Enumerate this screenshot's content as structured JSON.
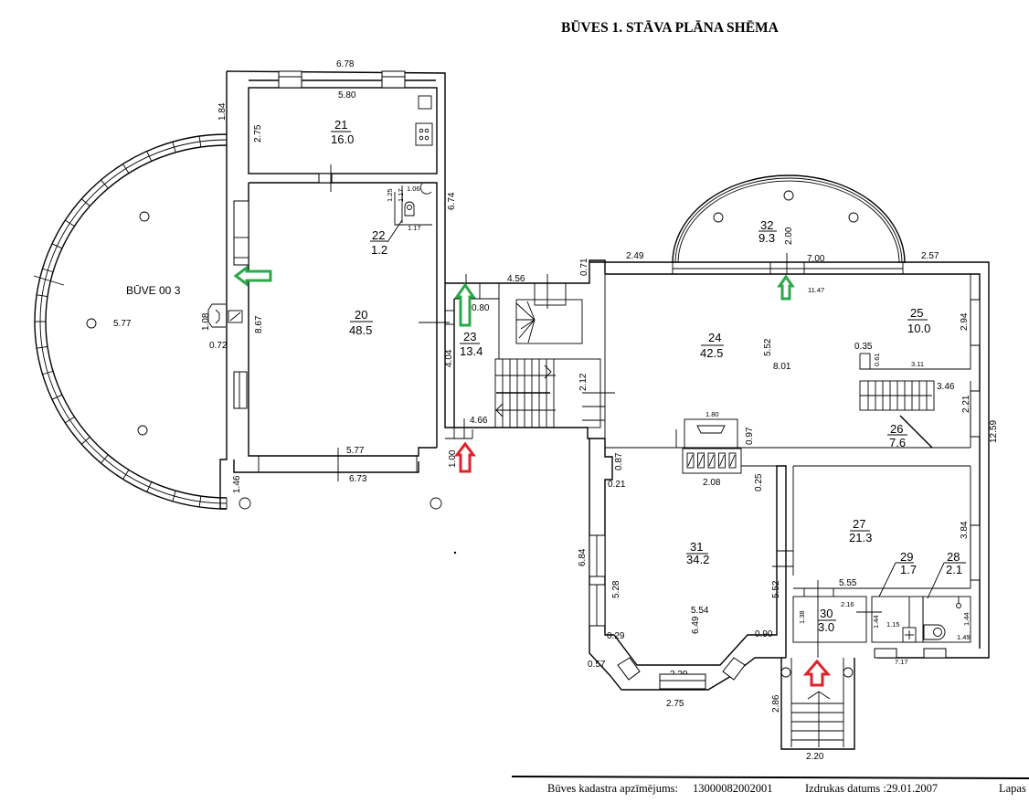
{
  "title": "BŪVES  1.  STĀVA PLĀNA SHĒMA",
  "footer": {
    "cadastre_label": "Būves kadastra apzīmējums:",
    "cadastre_value": "13000082002001",
    "print_date_label": "Izdrukas datums :29.01.2007",
    "pages_label": "Lapas"
  },
  "adjacent_building_label": "BŪVE  00 3",
  "rooms": [
    {
      "number": "20",
      "area": "48.5"
    },
    {
      "number": "21",
      "area": "16.0"
    },
    {
      "number": "22",
      "area": "1.2"
    },
    {
      "number": "23",
      "area": "13.4"
    },
    {
      "number": "24",
      "area": "42.5"
    },
    {
      "number": "25",
      "area": "10.0"
    },
    {
      "number": "26",
      "area": "7.6"
    },
    {
      "number": "27",
      "area": "21.3"
    },
    {
      "number": "28",
      "area": "2.1"
    },
    {
      "number": "29",
      "area": "1.7"
    },
    {
      "number": "30",
      "area": "3.0"
    },
    {
      "number": "31",
      "area": "34.2"
    },
    {
      "number": "32",
      "area": "9.3"
    }
  ],
  "dimensions": {
    "d678": "6.78",
    "d580": "5.80",
    "d184": "1.84",
    "d275": "2.75",
    "d674": "6.74",
    "d125": "1.25",
    "d117a": "1.17",
    "d106": "1.06",
    "d117b": "1.17",
    "d867": "8.67",
    "d108": "1.08",
    "d072": "0.72",
    "d577a": "5.77",
    "d577b": "5.77",
    "d673": "6.73",
    "d146": "1.46",
    "d100": "1.00",
    "d456": "4.56",
    "d071": "0.71",
    "d080": "0.80",
    "d404": "4.04",
    "d466": "4.66",
    "d212": "2.12",
    "d249": "2.49",
    "d700": "7.00",
    "d257": "2.57",
    "d200": "2.00",
    "d1147": "11.47",
    "d294": "2.94",
    "d552a": "5.52",
    "d801": "8.01",
    "d035": "0.35",
    "d061": "0.61",
    "d311": "3.11",
    "d346": "3.46",
    "d221": "2.21",
    "d1259": "12.59",
    "d180": "1.80",
    "d097": "0.97",
    "d208": "2.08",
    "d025": "0.25",
    "d087": "0.87",
    "d021": "0.21",
    "d384": "3.84",
    "d555": "5.55",
    "d216": "2.16",
    "d138": "1.38",
    "d144a": "1.44",
    "d115": "1.15",
    "d144b": "1.44",
    "d149": "1.49",
    "d717": "7.17",
    "d684": "6.84",
    "d528": "5.28",
    "d554": "5.54",
    "d649": "6.49",
    "d552b": "5.52",
    "d029": "0.29",
    "d090": "0.90",
    "d057": "0.57",
    "d229": "2.29",
    "d275b": "2.75",
    "d286": "2.86",
    "d220": "2.20"
  },
  "markers": {
    "entrance_color": "#e0202a",
    "exit_color": "#2aa84a",
    "entrances": [
      "main-entrance-room-23",
      "main-entrance-room-30"
    ],
    "exits": [
      "exit-west-room-20",
      "exit-north-room-23",
      "exit-north-room-24"
    ]
  }
}
